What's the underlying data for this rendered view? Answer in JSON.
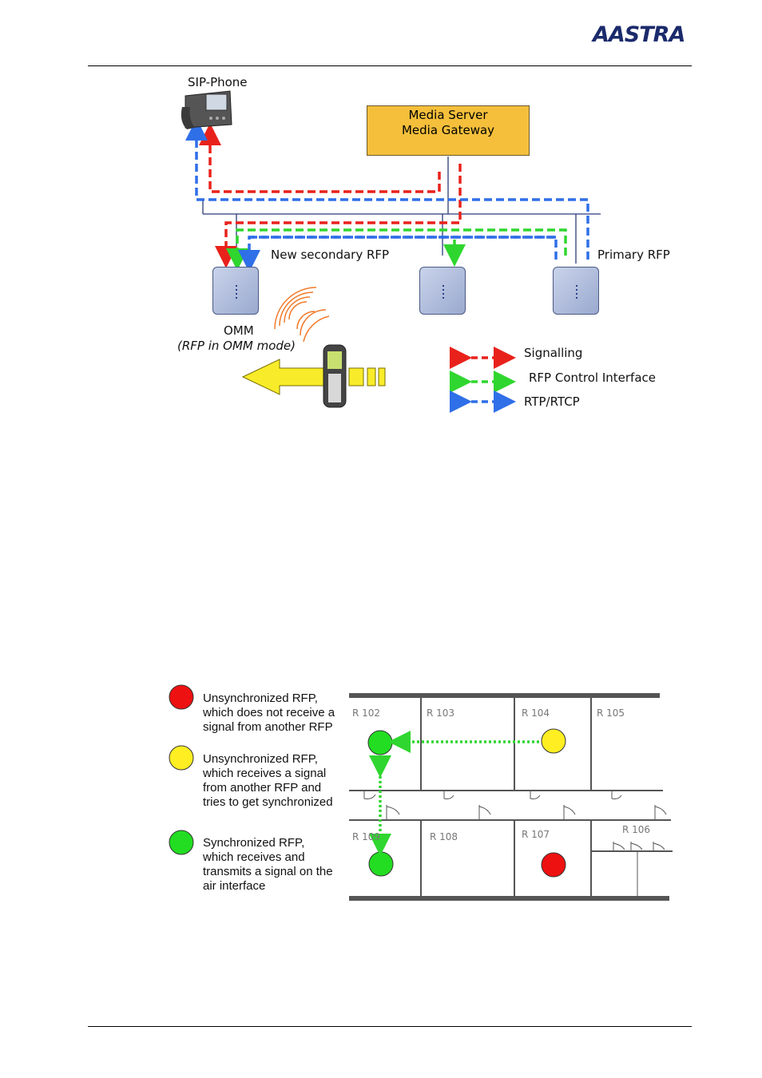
{
  "header": {
    "logo_text": "AASTRA"
  },
  "diagram1": {
    "sip_phone_label": "SIP-Phone",
    "media_server_line1": "Media Server",
    "media_server_line2": "Media Gateway",
    "new_secondary_label": "New secondary RFP",
    "primary_label": "Primary RFP",
    "omm_label": "OMM",
    "omm_mode_label": "(RFP in OMM mode)",
    "legend": [
      {
        "label": "Signalling",
        "color": "#e8221b"
      },
      {
        "label": "RFP Control Interface",
        "color": "#2fd62f"
      },
      {
        "label": "RTP/RTCP",
        "color": "#2f6fe8"
      }
    ]
  },
  "diagram2": {
    "legend": [
      {
        "lines": [
          "Unsynchronized RFP,",
          "which does not receive a",
          "signal from another RFP"
        ],
        "color": "#ee1111"
      },
      {
        "lines": [
          "Unsynchronized RFP,",
          "which receives a signal",
          "from another RFP and",
          "tries to get synchronized"
        ],
        "color": "#ffee22"
      },
      {
        "lines": [
          "Synchronized RFP,",
          "which receives and",
          "transmits a signal on the",
          "air interface"
        ],
        "color": "#22dd22"
      }
    ],
    "rooms": [
      "R 102",
      "R 103",
      "R 104",
      "R 105",
      "R 109",
      "R 108",
      "R 107",
      "R 106"
    ]
  }
}
